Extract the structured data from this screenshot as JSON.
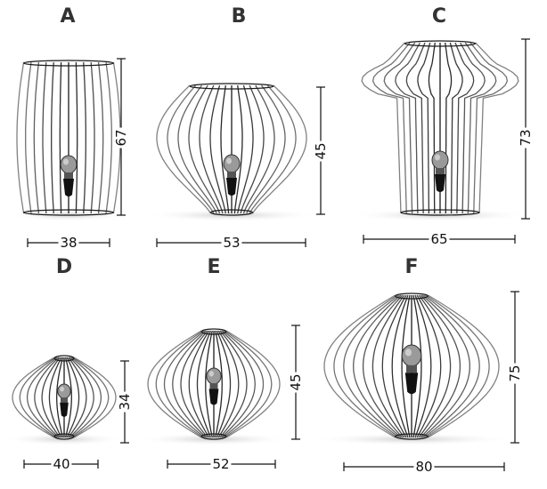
{
  "lamps": [
    {
      "letter": "A",
      "width": "38",
      "height": "67"
    },
    {
      "letter": "B",
      "width": "53",
      "height": "45"
    },
    {
      "letter": "C",
      "width": "65",
      "height": "73"
    },
    {
      "letter": "D",
      "width": "40",
      "height": "34"
    },
    {
      "letter": "E",
      "width": "52",
      "height": "45"
    },
    {
      "letter": "F",
      "width": "80",
      "height": "75"
    }
  ],
  "colors": {
    "wire": "#1a1a1a",
    "shadow": "#d4d4d4",
    "text": "#222222",
    "label": "#333333"
  }
}
